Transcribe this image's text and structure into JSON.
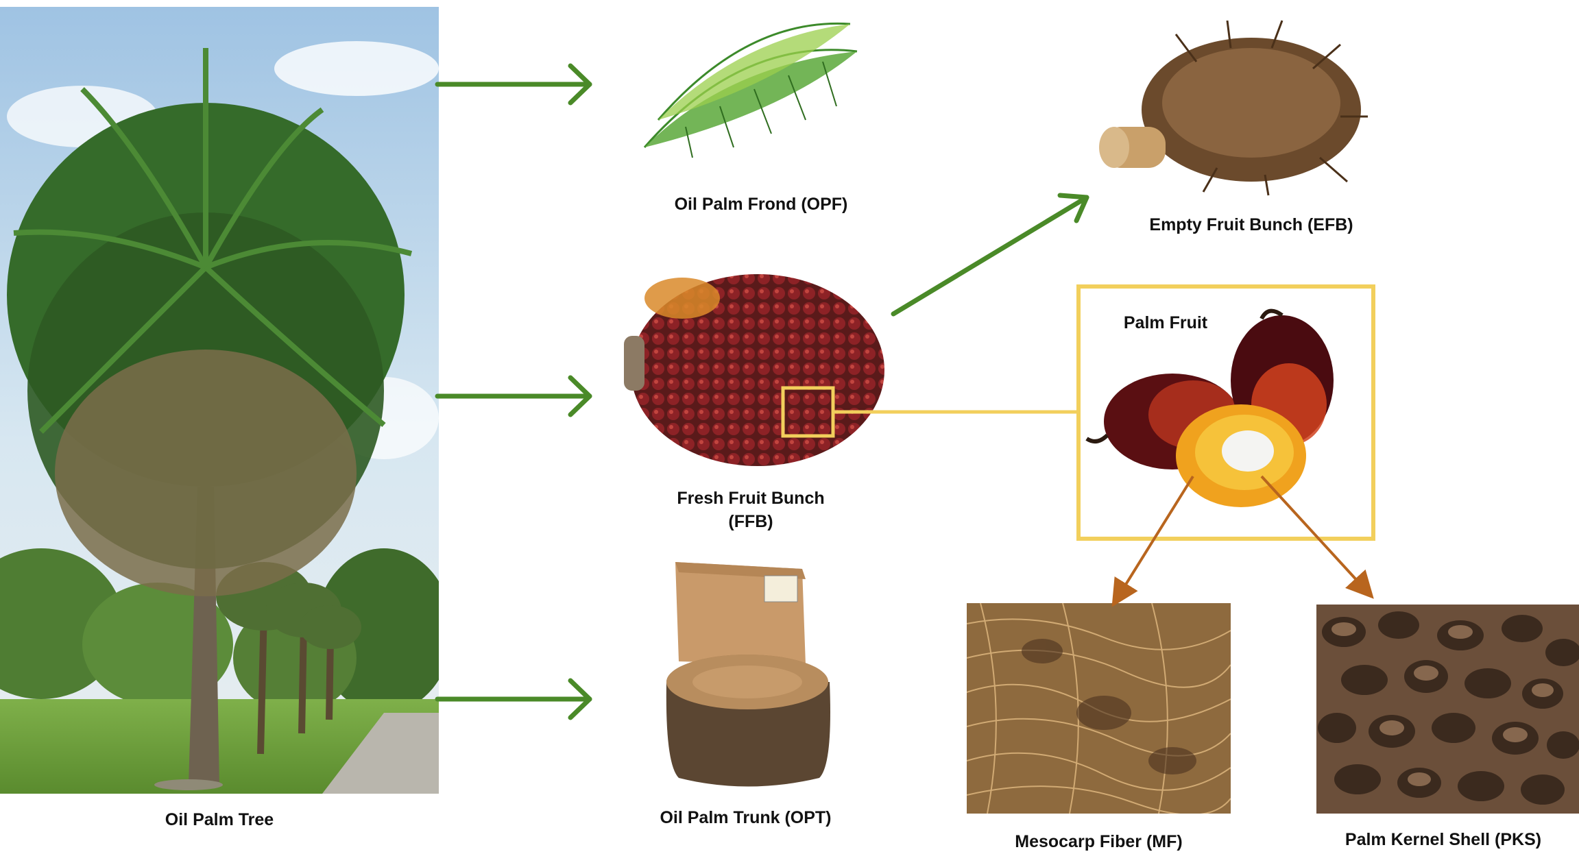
{
  "labels": {
    "tree": "Oil Palm Tree",
    "frond": "Oil Palm Frond (OPF)",
    "ffb_line1": "Fresh Fruit Bunch",
    "ffb_line2": "(FFB)",
    "trunk": "Oil Palm Trunk (OPT)",
    "efb": "Empty Fruit Bunch (EFB)",
    "palm_fruit": "Palm Fruit",
    "mf": "Mesocarp Fiber (MF)",
    "pks": "Palm Kernel Shell (PKS)"
  },
  "colors": {
    "green_arrow": "#4a8a28",
    "orange_arrow": "#b8651e",
    "highlight_box": "#f2cf5c"
  }
}
